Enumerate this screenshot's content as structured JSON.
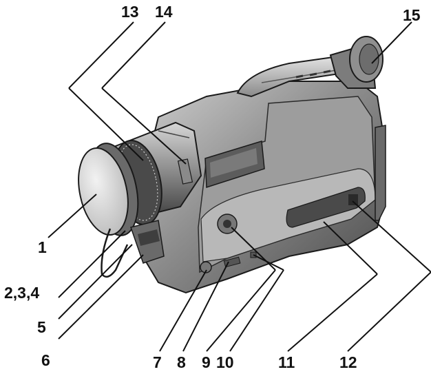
{
  "callouts": {
    "c1": "1",
    "c234": "2,3,4",
    "c5": "5",
    "c6": "6",
    "c7": "7",
    "c8": "8",
    "c9": "9",
    "c10": "10",
    "c11": "11",
    "c12": "12",
    "c13": "13",
    "c14": "14",
    "c15": "15"
  },
  "colors": {
    "ink": "#111111",
    "body_dark": "#5a5a5a",
    "body_mid": "#8a8a8a",
    "body_light": "#bdbdbd",
    "lens_cap": "#e2e2e2"
  }
}
